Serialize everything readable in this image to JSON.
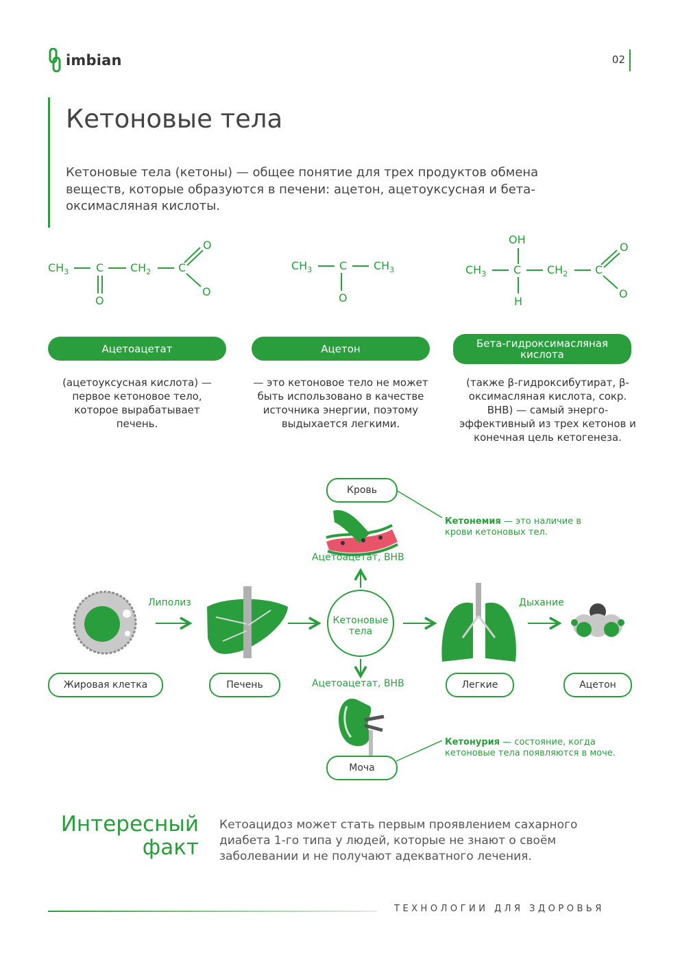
{
  "header": {
    "logo_text": "imbian",
    "page_number": "02"
  },
  "title": "Кетоновые тела",
  "intro": "Кетоновые тела (кетоны) — общее понятие для трех продуктов обмена веществ, которые образуются в печени: ацетон, ацетоуксусная и бета-оксимасляная кислоты.",
  "compounds": [
    {
      "name": "Ацетоацетат",
      "description": "(ацетоуксусная кислота) — первое кетоновое тело, которое вырабатывает печень.",
      "formula": {
        "ch3": "CH",
        "c": "C",
        "ch2": "CH",
        "o": "O",
        "sub3": "3",
        "sub2": "2"
      }
    },
    {
      "name": "Ацетон",
      "description": "— это кетоновое тело не может быть использовано в качестве источника энергии, поэтому выдыхается легкими.",
      "formula": {
        "ch3": "CH",
        "c": "C",
        "o": "O",
        "sub3": "3"
      }
    },
    {
      "name": "Бета-гидроксимасляная кислота",
      "description": "(также β-гидроксибутират, β-оксимасляная кислота, сокр. BHB) — самый энерго-эффективный из трех кетонов и конечная цель кетогенеза.",
      "formula": {
        "ch3": "CH",
        "c": "C",
        "ch2": "CH",
        "o": "O",
        "oh": "OH",
        "h": "H",
        "sub3": "3",
        "sub2": "2"
      }
    }
  ],
  "diagram": {
    "nodes": {
      "fat_cell": "Жировая клетка",
      "liver": "Печень",
      "ketone_bodies": "Кетоновые тела",
      "lungs": "Легкие",
      "acetone": "Ацетон",
      "blood": "Кровь",
      "urine": "Моча"
    },
    "labels": {
      "lipolysis": "Липолиз",
      "breathing": "Дыхание",
      "to_blood": "Ацетоацетат, BHB",
      "to_urine": "Ацетоацетат, BHB"
    },
    "notes": {
      "ketonemia_term": "Кетонемия",
      "ketonemia_text": " — это наличие в крови кетоновых тел.",
      "ketonuria_term": "Кетонурия",
      "ketonuria_text": " — состояние, когда кетоновые тела появляются в моче."
    }
  },
  "fact": {
    "title_line1": "Интересный",
    "title_line2": "факт",
    "text": "Кетоацидоз может стать первым проявлением сахарного диабета 1-го типа у людей, которые не знают о своём заболевании и не получают адекватного лечения."
  },
  "footer": "ТЕХНОЛОГИИ ДЛЯ ЗДОРОВЬЯ",
  "colors": {
    "accent": "#2a9d3c",
    "text": "#3c3c3c"
  }
}
